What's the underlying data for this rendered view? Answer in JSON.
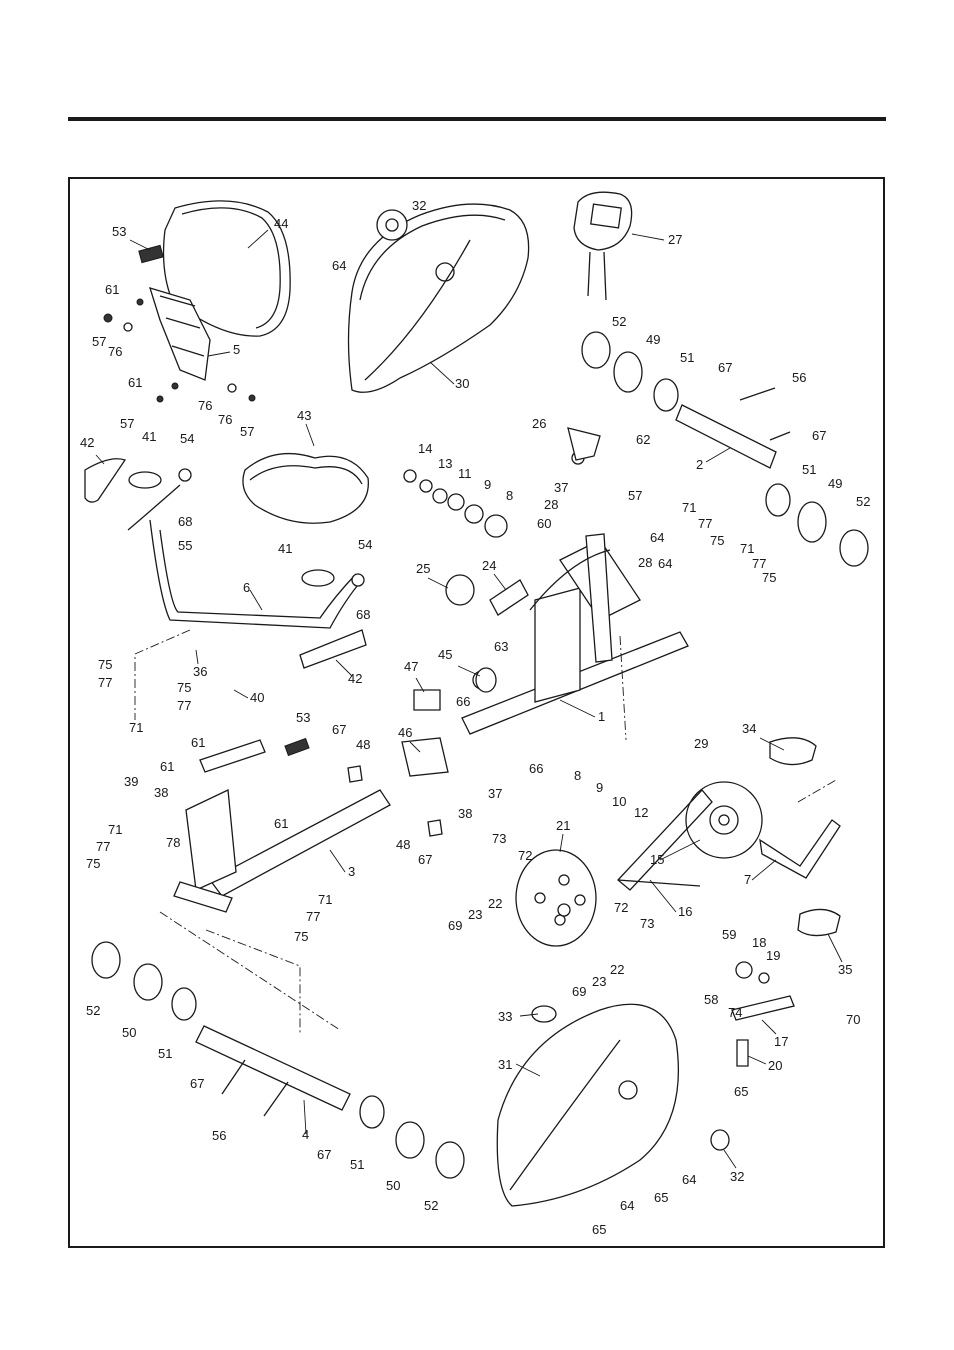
{
  "diagram": {
    "callouts": [
      {
        "id": "c44",
        "text": "44"
      },
      {
        "id": "c53a",
        "text": "53"
      },
      {
        "id": "c61a",
        "text": "61"
      },
      {
        "id": "c57a",
        "text": "57"
      },
      {
        "id": "c76a",
        "text": "76"
      },
      {
        "id": "c5",
        "text": "5"
      },
      {
        "id": "c61b",
        "text": "61"
      },
      {
        "id": "c76b",
        "text": "76"
      },
      {
        "id": "c57b",
        "text": "57"
      },
      {
        "id": "c76c",
        "text": "76"
      },
      {
        "id": "c57c",
        "text": "57"
      },
      {
        "id": "c32a",
        "text": "32"
      },
      {
        "id": "c64a",
        "text": "64"
      },
      {
        "id": "c30",
        "text": "30"
      },
      {
        "id": "c27",
        "text": "27"
      },
      {
        "id": "c52a",
        "text": "52"
      },
      {
        "id": "c49a",
        "text": "49"
      },
      {
        "id": "c51a",
        "text": "51"
      },
      {
        "id": "c67a",
        "text": "67"
      },
      {
        "id": "c56a",
        "text": "56"
      },
      {
        "id": "c67b",
        "text": "67"
      },
      {
        "id": "c2",
        "text": "2"
      },
      {
        "id": "c26",
        "text": "26"
      },
      {
        "id": "c62",
        "text": "62"
      },
      {
        "id": "c51b",
        "text": "51"
      },
      {
        "id": "c49b",
        "text": "49"
      },
      {
        "id": "c52b",
        "text": "52"
      },
      {
        "id": "c43",
        "text": "43"
      },
      {
        "id": "c42a",
        "text": "42"
      },
      {
        "id": "c41a",
        "text": "41"
      },
      {
        "id": "c54a",
        "text": "54"
      },
      {
        "id": "c68a",
        "text": "68"
      },
      {
        "id": "c55",
        "text": "55"
      },
      {
        "id": "c41b",
        "text": "41"
      },
      {
        "id": "c54b",
        "text": "54"
      },
      {
        "id": "c6",
        "text": "6"
      },
      {
        "id": "c68b",
        "text": "68"
      },
      {
        "id": "c42b",
        "text": "42"
      },
      {
        "id": "c36",
        "text": "36"
      },
      {
        "id": "c40",
        "text": "40"
      },
      {
        "id": "c75a",
        "text": "75"
      },
      {
        "id": "c77a",
        "text": "77"
      },
      {
        "id": "c75b",
        "text": "75"
      },
      {
        "id": "c77b",
        "text": "77"
      },
      {
        "id": "c71a",
        "text": "71"
      },
      {
        "id": "c14",
        "text": "14"
      },
      {
        "id": "c13",
        "text": "13"
      },
      {
        "id": "c11a",
        "text": "11"
      },
      {
        "id": "c9a",
        "text": "9"
      },
      {
        "id": "c8a",
        "text": "8"
      },
      {
        "id": "c37a",
        "text": "37"
      },
      {
        "id": "c28a",
        "text": "28"
      },
      {
        "id": "c57d",
        "text": "57"
      },
      {
        "id": "c60",
        "text": "60"
      },
      {
        "id": "c64b",
        "text": "64"
      },
      {
        "id": "c71b",
        "text": "71"
      },
      {
        "id": "c77c",
        "text": "77"
      },
      {
        "id": "c75c",
        "text": "75"
      },
      {
        "id": "c71c",
        "text": "71"
      },
      {
        "id": "c77d",
        "text": "77"
      },
      {
        "id": "c75d",
        "text": "75"
      },
      {
        "id": "c28b",
        "text": "28"
      },
      {
        "id": "c64c",
        "text": "64"
      },
      {
        "id": "c25",
        "text": "25"
      },
      {
        "id": "c24",
        "text": "24"
      },
      {
        "id": "c63",
        "text": "63"
      },
      {
        "id": "c47",
        "text": "47"
      },
      {
        "id": "c45",
        "text": "45"
      },
      {
        "id": "c66a",
        "text": "66"
      },
      {
        "id": "c1",
        "text": "1"
      },
      {
        "id": "c53b",
        "text": "53"
      },
      {
        "id": "c67c",
        "text": "67"
      },
      {
        "id": "c48a",
        "text": "48"
      },
      {
        "id": "c46",
        "text": "46"
      },
      {
        "id": "c66b",
        "text": "66"
      },
      {
        "id": "c37b",
        "text": "37"
      },
      {
        "id": "c38a",
        "text": "38"
      },
      {
        "id": "c61c",
        "text": "61"
      },
      {
        "id": "c61d",
        "text": "61"
      },
      {
        "id": "c39",
        "text": "39"
      },
      {
        "id": "c38b",
        "text": "38"
      },
      {
        "id": "c61e",
        "text": "61"
      },
      {
        "id": "c71d",
        "text": "71"
      },
      {
        "id": "c77e",
        "text": "77"
      },
      {
        "id": "c75e",
        "text": "75"
      },
      {
        "id": "c78",
        "text": "78"
      },
      {
        "id": "c3",
        "text": "3"
      },
      {
        "id": "c48b",
        "text": "48"
      },
      {
        "id": "c67d",
        "text": "67"
      },
      {
        "id": "c71e",
        "text": "71"
      },
      {
        "id": "c77f",
        "text": "77"
      },
      {
        "id": "c75f",
        "text": "75"
      },
      {
        "id": "c8b",
        "text": "8"
      },
      {
        "id": "c9b",
        "text": "9"
      },
      {
        "id": "c10",
        "text": "10"
      },
      {
        "id": "c12",
        "text": "12"
      },
      {
        "id": "c29",
        "text": "29"
      },
      {
        "id": "c34",
        "text": "34"
      },
      {
        "id": "c15",
        "text": "15"
      },
      {
        "id": "c7",
        "text": "7"
      },
      {
        "id": "c16",
        "text": "16"
      },
      {
        "id": "c21",
        "text": "21"
      },
      {
        "id": "c73a",
        "text": "73"
      },
      {
        "id": "c72a",
        "text": "72"
      },
      {
        "id": "c22a",
        "text": "22"
      },
      {
        "id": "c69a",
        "text": "69"
      },
      {
        "id": "c23a",
        "text": "23"
      },
      {
        "id": "c72b",
        "text": "72"
      },
      {
        "id": "c73b",
        "text": "73"
      },
      {
        "id": "c22b",
        "text": "22"
      },
      {
        "id": "c23b",
        "text": "23"
      },
      {
        "id": "c69b",
        "text": "69"
      },
      {
        "id": "c35",
        "text": "35"
      },
      {
        "id": "c59",
        "text": "59"
      },
      {
        "id": "c18",
        "text": "18"
      },
      {
        "id": "c19",
        "text": "19"
      },
      {
        "id": "c58",
        "text": "58"
      },
      {
        "id": "c74",
        "text": "74"
      },
      {
        "id": "c70",
        "text": "70"
      },
      {
        "id": "c17",
        "text": "17"
      },
      {
        "id": "c20",
        "text": "20"
      },
      {
        "id": "c33",
        "text": "33"
      },
      {
        "id": "c31",
        "text": "31"
      },
      {
        "id": "c65a",
        "text": "65"
      },
      {
        "id": "c64d",
        "text": "64"
      },
      {
        "id": "c32b",
        "text": "32"
      },
      {
        "id": "c65b",
        "text": "65"
      },
      {
        "id": "c64e",
        "text": "64"
      },
      {
        "id": "c65c",
        "text": "65"
      },
      {
        "id": "c52c",
        "text": "52"
      },
      {
        "id": "c50a",
        "text": "50"
      },
      {
        "id": "c51c",
        "text": "51"
      },
      {
        "id": "c67e",
        "text": "67"
      },
      {
        "id": "c56b",
        "text": "56"
      },
      {
        "id": "c4",
        "text": "4"
      },
      {
        "id": "c67f",
        "text": "67"
      },
      {
        "id": "c51d",
        "text": "51"
      },
      {
        "id": "c50b",
        "text": "50"
      },
      {
        "id": "c52d",
        "text": "52"
      }
    ]
  }
}
